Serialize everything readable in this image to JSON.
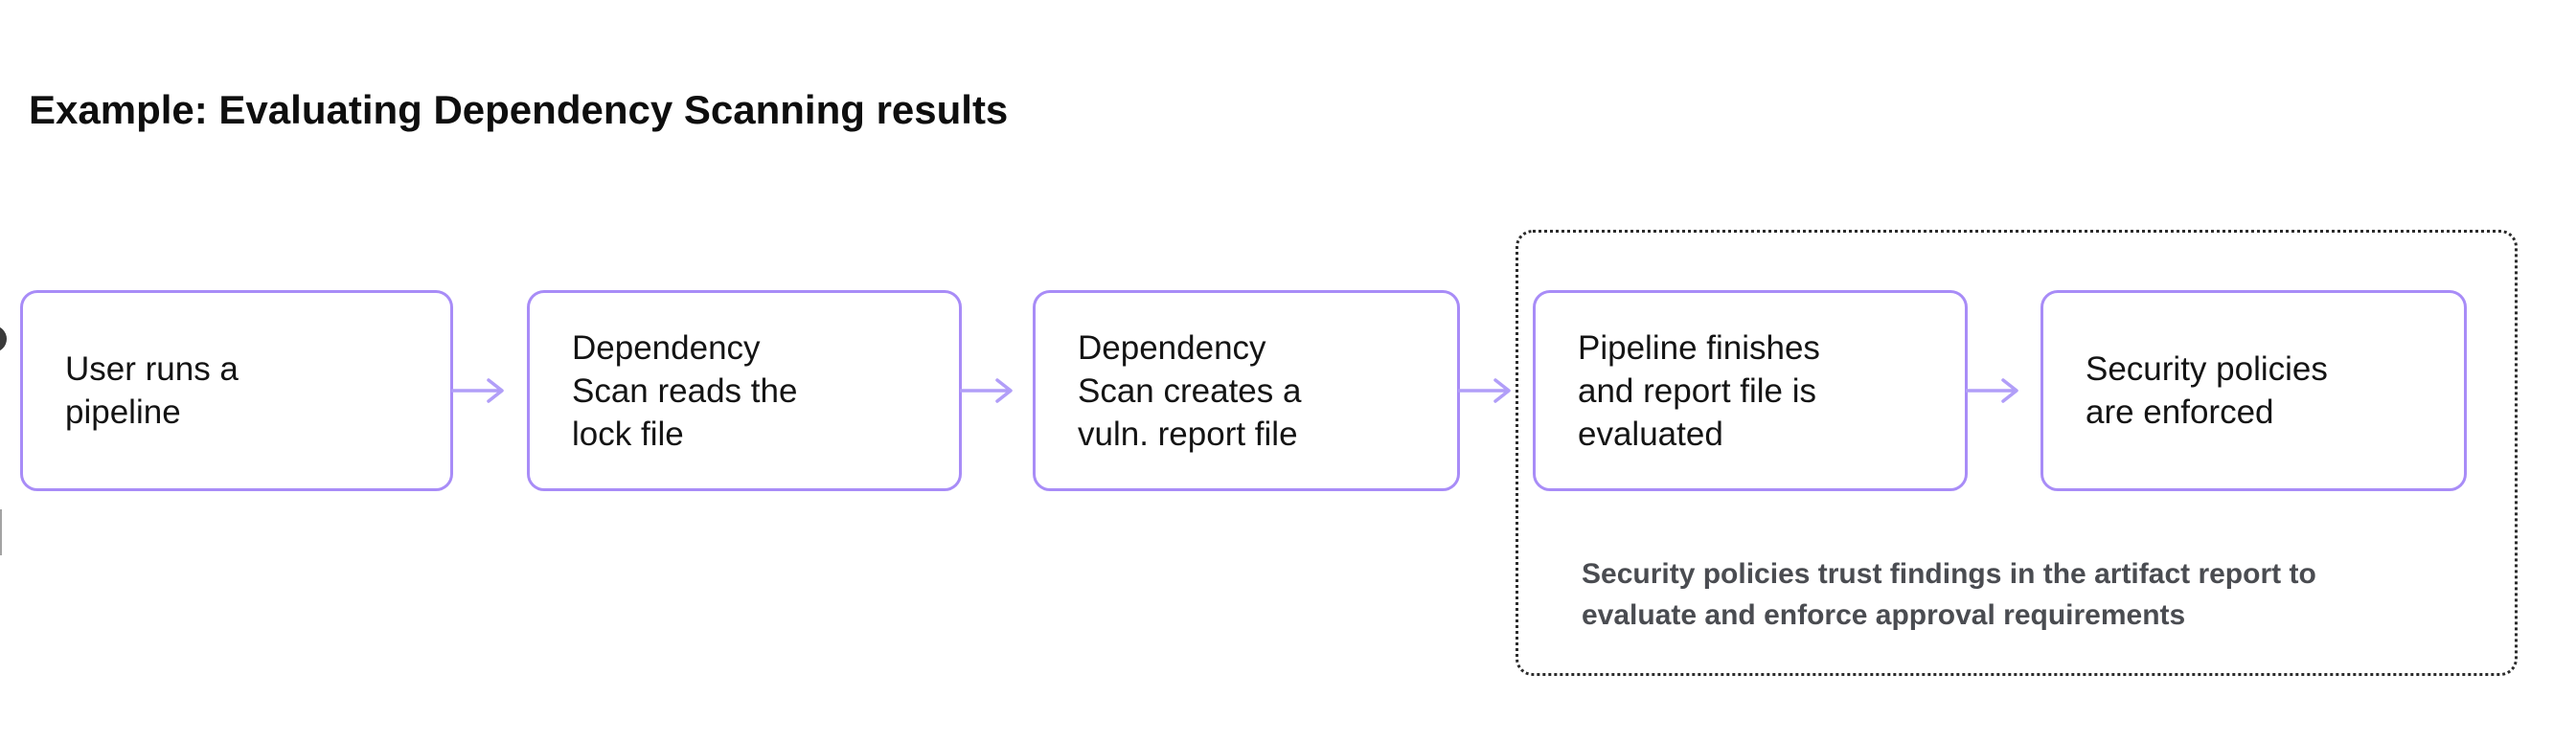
{
  "title": "Example: Evaluating Dependency Scanning results",
  "flow": {
    "boxes": [
      {
        "label": "User runs a pipeline",
        "lines": [
          "User runs a",
          "pipeline"
        ]
      },
      {
        "label": "Dependency Scan reads the lock file",
        "lines": [
          "Dependency",
          "Scan reads the",
          "lock file"
        ]
      },
      {
        "label": "Dependency Scan creates a vuln. report file",
        "lines": [
          "Dependency",
          "Scan creates a",
          "vuln. report file"
        ]
      },
      {
        "label": "Pipeline finishes and report file is evaluated",
        "lines": [
          "Pipeline finishes",
          "and report file is",
          "evaluated"
        ]
      },
      {
        "label": "Security policies are enforced",
        "lines": [
          "Security policies",
          "are enforced"
        ]
      }
    ],
    "note": "Security policies trust findings in the artifact report to evaluate and enforce approval requirements",
    "note_lines": [
      "Security policies trust findings in the artifact report to",
      "evaluate and enforce approval requirements"
    ]
  },
  "colors": {
    "box_border": "#a88cf7",
    "arrow": "#b19ef8",
    "box_text": "#141414",
    "title_text": "#0e0e0e",
    "note_text": "#4a4c51",
    "dotted_border": "#2b2b2b",
    "background": "#ffffff"
  }
}
